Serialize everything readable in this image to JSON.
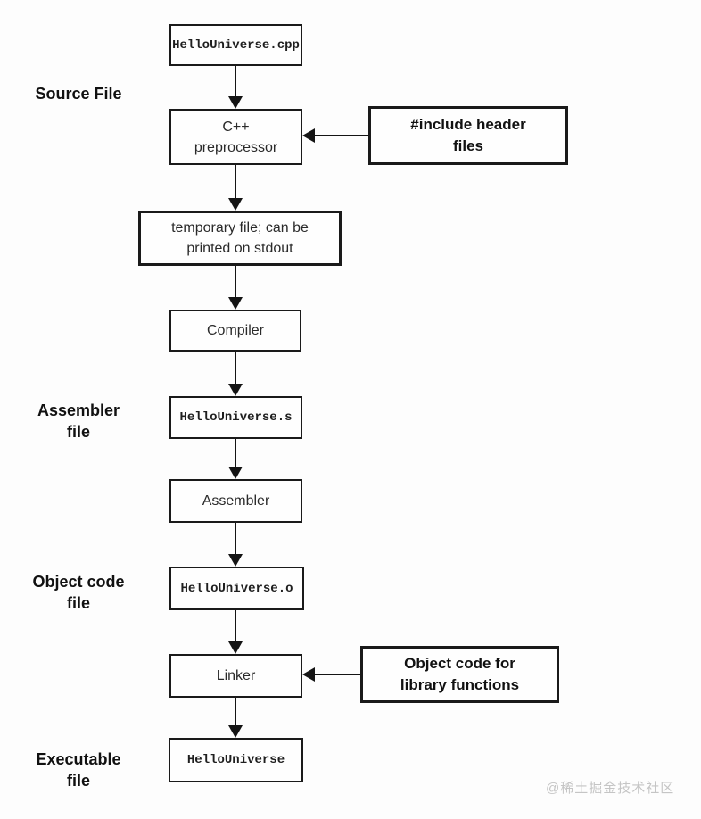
{
  "labels": {
    "source_file": "Source File",
    "assembler_file": "Assembler\nfile",
    "object_code_file": "Object code\nfile",
    "executable_file": "Executable\nfile"
  },
  "nodes": {
    "source_cpp": "HelloUniverse.cpp",
    "preprocessor": "C++\npreprocessor",
    "temp_file": "temporary file; can be\nprinted on stdout",
    "compiler": "Compiler",
    "assembly_file": "HelloUniverse.s",
    "assembler": "Assembler",
    "object_file": "HelloUniverse.o",
    "linker": "Linker",
    "executable": "HelloUniverse"
  },
  "annotations": {
    "include_headers": "#include header\nfiles",
    "object_code_lib": "Object code for\nlibrary functions"
  },
  "watermark": "@稀土掘金技术社区",
  "colors": {
    "line": "#141414",
    "background": "#fdfdfd",
    "watermark_text": "#c5c5c5"
  }
}
